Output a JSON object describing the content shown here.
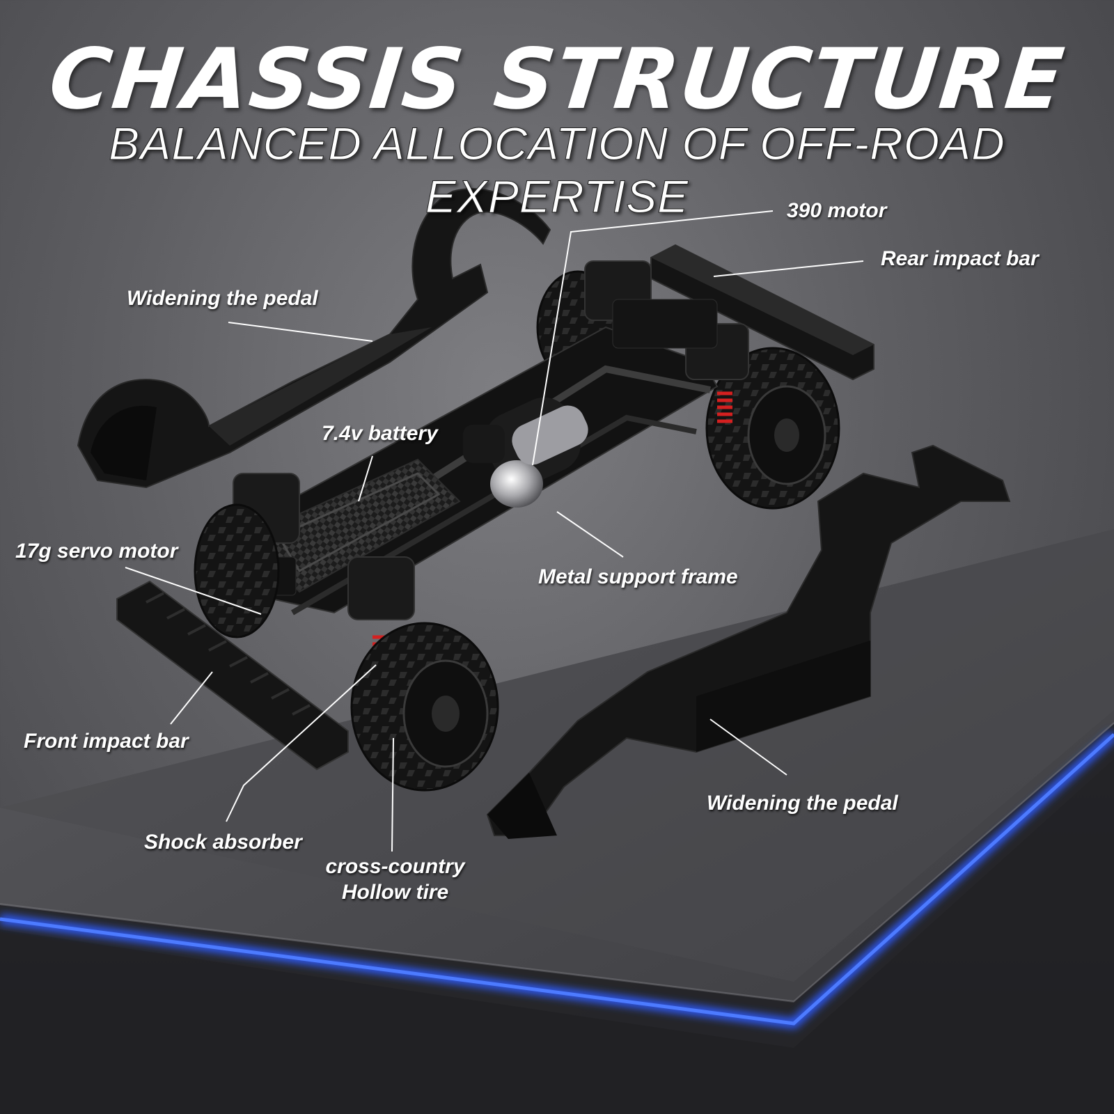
{
  "header": {
    "title": "CHASSIS STRUCTURE",
    "subtitle": "BALANCED ALLOCATION OF OFF-ROAD EXPERTISE"
  },
  "labels": {
    "motor_390": "390 motor",
    "rear_impact_bar": "Rear impact bar",
    "widening_pedal_top": "Widening the pedal",
    "battery": "7.4v battery",
    "servo_motor": "17g servo motor",
    "metal_frame": "Metal support frame",
    "front_impact_bar": "Front impact bar",
    "widening_pedal_bottom": "Widening the pedal",
    "shock_absorber": "Shock absorber",
    "hollow_tire": "cross-country\nHollow tire"
  },
  "colors": {
    "accent_glow": "#2f5cff",
    "platform_top": "#4b4b4f",
    "part_dark": "#161616",
    "spring": "#d42020",
    "leader_line": "#ffffff"
  }
}
